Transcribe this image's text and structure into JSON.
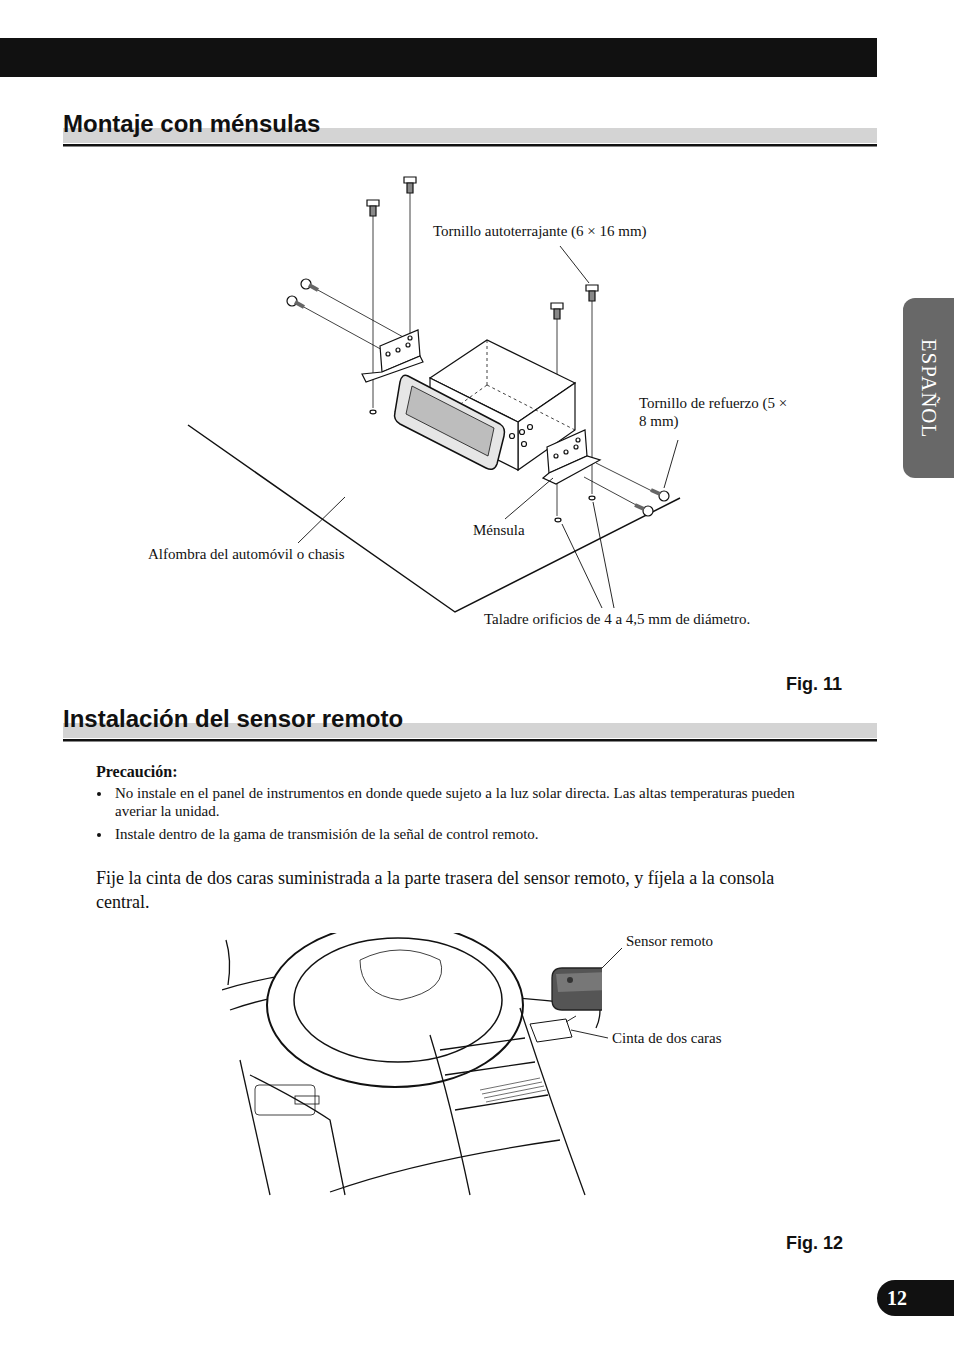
{
  "diagram": {
    "title": "Montaje con ménsulas",
    "nodes": [
      {
        "text": [
          "ESPAÑOL"
        ]
      },
      {
        "text": [
          "12"
        ]
      }
    ],
    "labels": [
      "Instalación del sensor remoto",
      "Tornillo autoterrajante (6 × 16 mm)",
      "Tornillo de refuerzo (5 × 8 mm)",
      "Ménsula",
      "Alfombra del automóvil o chasis",
      "Taladre orificios de 4 a 4,5 mm de diámetro.",
      "Fig. 11",
      "Precaución:",
      "No instale en el panel de instrumentos en donde quede sujeto a la luz solar directa. Las altas temperaturas pueden averiar la unidad.",
      "Instale dentro de la gama de transmisión de la señal de control remoto.",
      "Fije la cinta de dos caras suministrada a la parte trasera del sensor remoto, y fíjela a la consola central.",
      "Sensor remoto",
      "Cinta de dos caras",
      "Fig. 12"
    ]
  }
}
